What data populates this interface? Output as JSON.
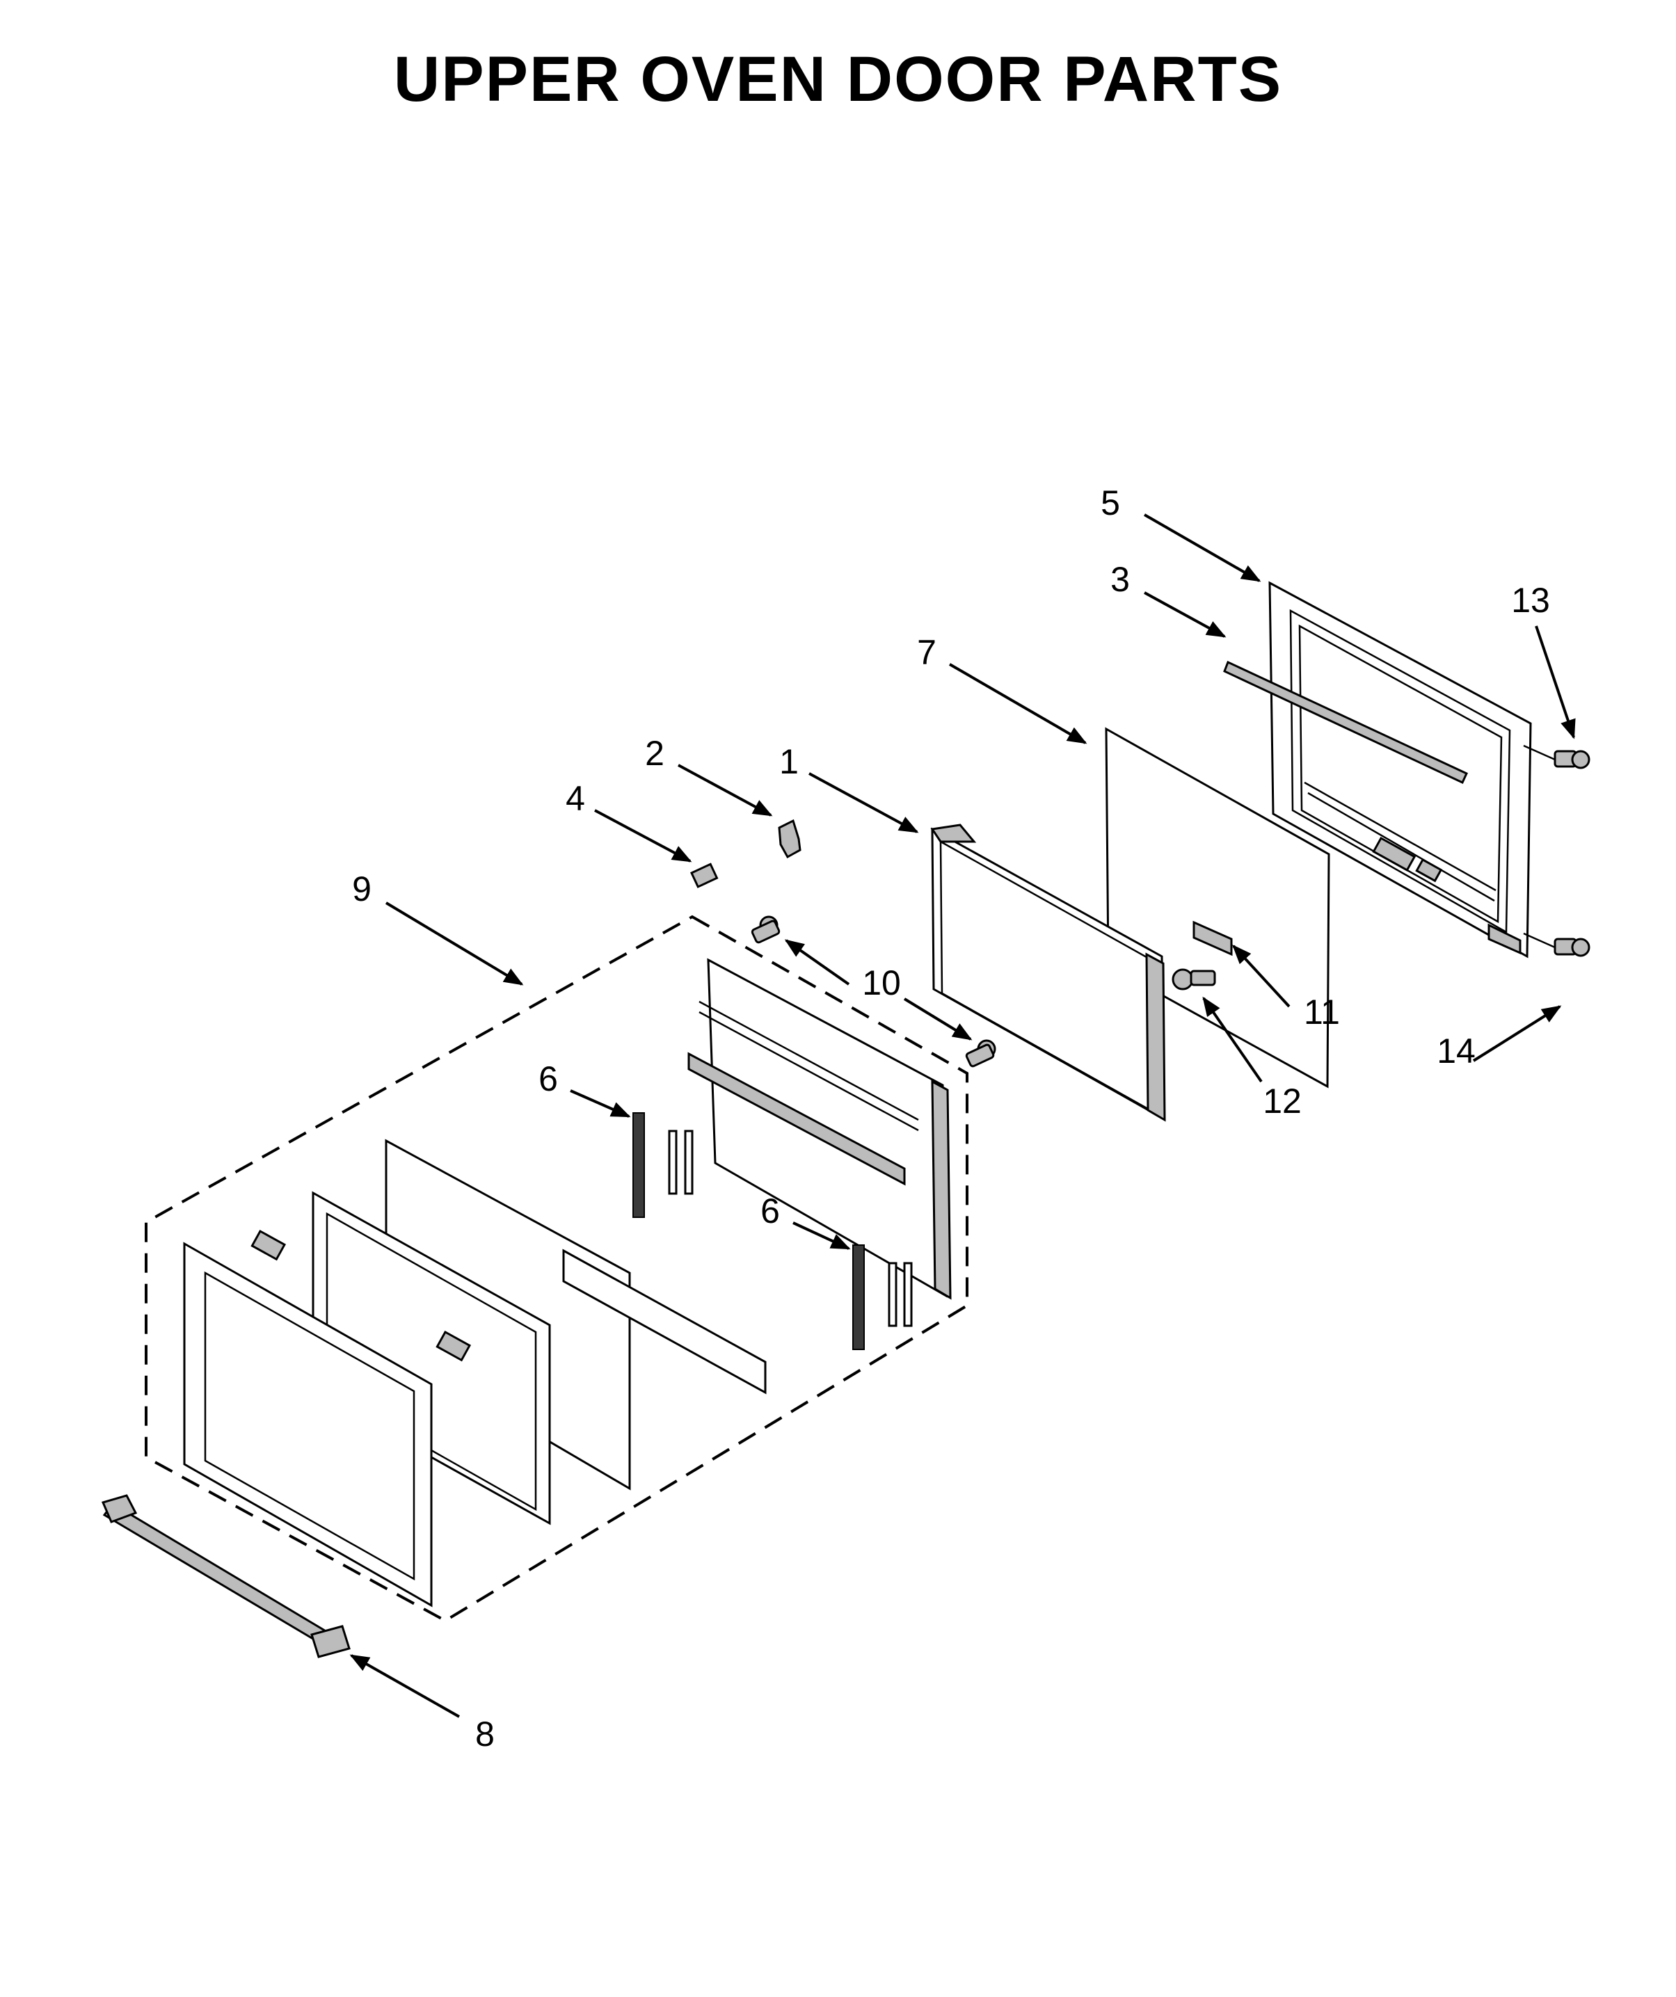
{
  "title": "UPPER OVEN DOOR PARTS",
  "callouts": [
    "1",
    "2",
    "3",
    "4",
    "5",
    "6",
    "6",
    "7",
    "8",
    "9",
    "10",
    "11",
    "12",
    "13",
    "14"
  ]
}
